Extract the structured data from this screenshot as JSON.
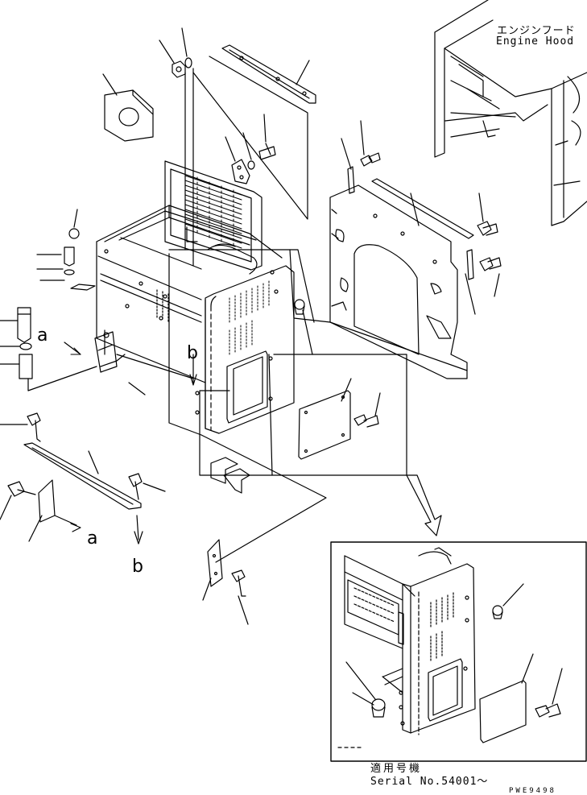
{
  "labels": {
    "engine_hood_jp": "エンジンフード",
    "engine_hood_en": "Engine Hood",
    "ref_a": "a",
    "ref_b": "b",
    "serial_jp": "適用号機",
    "serial_en": "Serial No.54001～",
    "drawing_code": "PWE9498"
  }
}
